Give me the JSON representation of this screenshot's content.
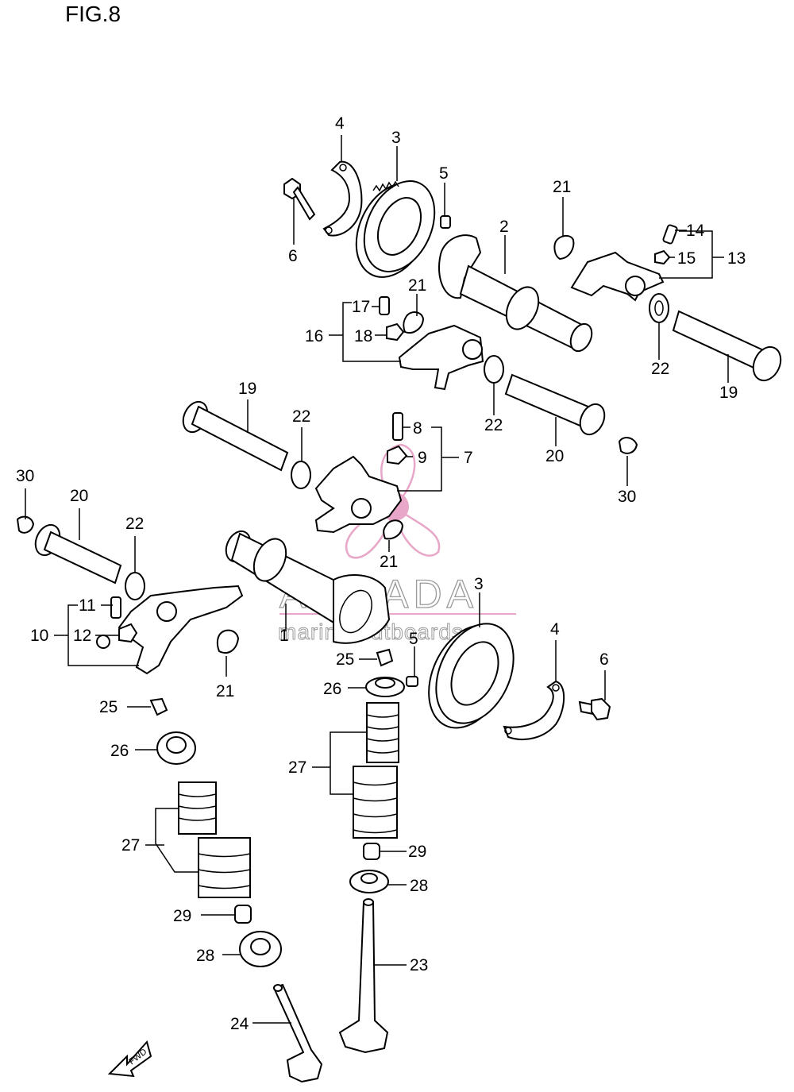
{
  "figure": {
    "title": "FIG.8"
  },
  "watermark": {
    "brand": "ARMADA",
    "tagline": "marine outboards",
    "accent_color": "#e8a6c8"
  },
  "fwd_arrow": {
    "label": "FWD"
  },
  "callouts": [
    {
      "id": "c-4a",
      "label": "4"
    },
    {
      "id": "c-3a",
      "label": "3"
    },
    {
      "id": "c-5a",
      "label": "5"
    },
    {
      "id": "c-6a",
      "label": "6"
    },
    {
      "id": "c-2",
      "label": "2"
    },
    {
      "id": "c-21a",
      "label": "21"
    },
    {
      "id": "c-14",
      "label": "14"
    },
    {
      "id": "c-15",
      "label": "15"
    },
    {
      "id": "c-13",
      "label": "13"
    },
    {
      "id": "c-21b",
      "label": "21"
    },
    {
      "id": "c-17",
      "label": "17"
    },
    {
      "id": "c-16",
      "label": "16"
    },
    {
      "id": "c-18",
      "label": "18"
    },
    {
      "id": "c-22a",
      "label": "22"
    },
    {
      "id": "c-19a",
      "label": "19"
    },
    {
      "id": "c-19b",
      "label": "19"
    },
    {
      "id": "c-22b",
      "label": "22"
    },
    {
      "id": "c-22c",
      "label": "22"
    },
    {
      "id": "c-8",
      "label": "8"
    },
    {
      "id": "c-9",
      "label": "9"
    },
    {
      "id": "c-7",
      "label": "7"
    },
    {
      "id": "c-20a",
      "label": "20"
    },
    {
      "id": "c-30a",
      "label": "30"
    },
    {
      "id": "c-30b",
      "label": "30"
    },
    {
      "id": "c-20b",
      "label": "20"
    },
    {
      "id": "c-22d",
      "label": "22"
    },
    {
      "id": "c-21c",
      "label": "21"
    },
    {
      "id": "c-11",
      "label": "11"
    },
    {
      "id": "c-10",
      "label": "10"
    },
    {
      "id": "c-12",
      "label": "12"
    },
    {
      "id": "c-1",
      "label": "1"
    },
    {
      "id": "c-3b",
      "label": "3"
    },
    {
      "id": "c-4b",
      "label": "4"
    },
    {
      "id": "c-6b",
      "label": "6"
    },
    {
      "id": "c-25a",
      "label": "25"
    },
    {
      "id": "c-5b",
      "label": "5"
    },
    {
      "id": "c-21d",
      "label": "21"
    },
    {
      "id": "c-26a",
      "label": "26"
    },
    {
      "id": "c-25b",
      "label": "25"
    },
    {
      "id": "c-26b",
      "label": "26"
    },
    {
      "id": "c-27a",
      "label": "27"
    },
    {
      "id": "c-27b",
      "label": "27"
    },
    {
      "id": "c-29a",
      "label": "29"
    },
    {
      "id": "c-28a",
      "label": "28"
    },
    {
      "id": "c-29b",
      "label": "29"
    },
    {
      "id": "c-28b",
      "label": "28"
    },
    {
      "id": "c-23",
      "label": "23"
    },
    {
      "id": "c-24",
      "label": "24"
    }
  ]
}
